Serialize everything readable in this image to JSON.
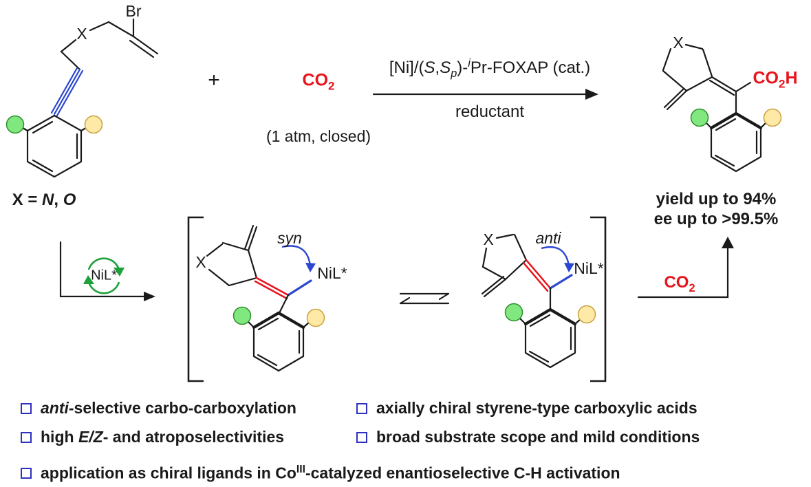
{
  "colors": {
    "red": "#e8131b",
    "blue": "#2b46cf",
    "green": "#1ea03a",
    "green_fill": "#80e87e",
    "green_edge": "#2f8f2f",
    "yellow_fill": "#ffe9a6",
    "yellow_edge": "#c9a23f",
    "checkbox": "#2f2fc0",
    "ink": "#1a1a1a"
  },
  "substrate": {
    "br": "Br",
    "x": "X",
    "x_definition": {
      "p1": "X = ",
      "n": "N",
      "p2": ", ",
      "o": "O"
    }
  },
  "reaction": {
    "plus": "+",
    "co2": {
      "base": "CO",
      "sub": "2"
    },
    "pressure": "(1 atm, closed)",
    "catalyst": {
      "p1": "[Ni]/(",
      "s1": "S",
      "comma": ",",
      "s2": "S",
      "p_sub": "p",
      "p2": ")-",
      "i_sup": "i",
      "p3": "Pr-FOXAP (cat.)"
    },
    "reductant": "reductant"
  },
  "product": {
    "x": "X",
    "co2h": {
      "base": "CO",
      "sub": "2",
      "h": "H"
    },
    "yield": "yield up to 94%",
    "ee": "ee up to >99.5%"
  },
  "mechanism": {
    "nil": "NiL*",
    "syn": "syn",
    "anti": "anti",
    "x": "X",
    "co2": {
      "base": "CO",
      "sub": "2"
    }
  },
  "bullets": {
    "b1": {
      "it": "anti",
      "rest": "-selective carbo-carboxylation"
    },
    "b2": {
      "text": "axially chiral styrene-type carboxylic acids"
    },
    "b3": {
      "p1": "high ",
      "e": "E",
      "slash": "/",
      "z": "Z",
      "rest": "- and atroposelectivities"
    },
    "b4": {
      "text": "broad substrate scope and mild conditions"
    },
    "b5": {
      "p1": "application as chiral ligands in Co",
      "sup": "III",
      "rest": "-catalyzed enantioselective C-H activation"
    }
  }
}
